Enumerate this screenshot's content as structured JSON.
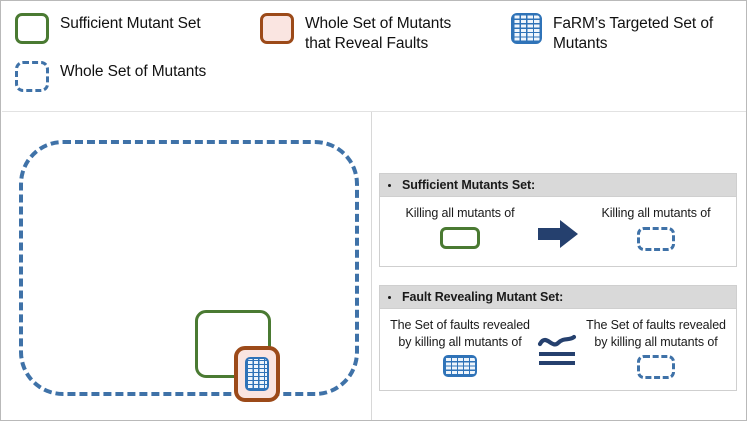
{
  "legend": {
    "items": [
      {
        "id": "sufficient-mutant-set",
        "label": "Sufficient Mutant Set",
        "swatch": "green-solid-rect-icon",
        "color": "#4a7a32"
      },
      {
        "id": "whole-set-reveal-faults",
        "label": "Whole Set of Mutants that Reveal Faults",
        "swatch": "brown-filled-rect-icon",
        "color": "#9c4a19"
      },
      {
        "id": "farm-targeted-set",
        "label": "FaRM’s Targeted Set of Mutants",
        "swatch": "blue-hatched-rect-icon",
        "color": "#2f73b8"
      },
      {
        "id": "whole-set-of-mutants",
        "label": "Whole Set of Mutants",
        "swatch": "blue-dashed-rect-icon",
        "color": "#3f72a8"
      }
    ]
  },
  "diagram": {
    "whole_set_label": "Whole Set of Mutants",
    "sufficient_set_label": "Sufficient Mutant Set",
    "fault_revealing_label": "Whole Set of Mutants that Reveal Faults",
    "farm_set_label": "FaRM’s Targeted Set of Mutants"
  },
  "panels": [
    {
      "id": "sufficient-mutants-set",
      "title": "Sufficient Mutants Set:",
      "left_text": "Killing all mutants of",
      "left_shape": "green-solid-rect-icon",
      "operator": "implies-arrow-icon",
      "right_text": "Killing all mutants of",
      "right_shape": "blue-dashed-rect-icon"
    },
    {
      "id": "fault-revealing-mutant-set",
      "title": "Fault Revealing Mutant Set:",
      "left_text": "The Set of faults revealed by killing all mutants of",
      "left_shape": "blue-hatched-rect-icon",
      "operator": "congruent-approx-icon",
      "right_text": "The Set of faults revealed by killing all mutants of",
      "right_shape": "blue-dashed-rect-icon"
    }
  ],
  "colors": {
    "green": "#4a7a32",
    "brown": "#9c4a19",
    "brown_fill": "#fae5e1",
    "blue": "#2f73b8",
    "dashed_blue": "#3f72a8",
    "navy": "#25406e",
    "header_gray": "#d9d9d9"
  }
}
